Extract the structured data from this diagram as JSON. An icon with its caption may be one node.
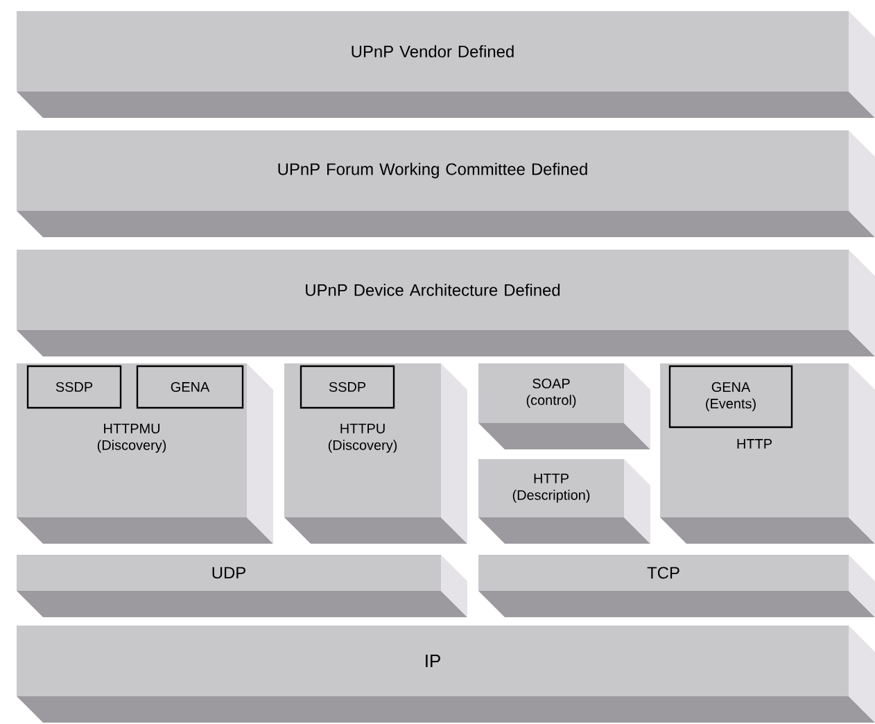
{
  "diagram": {
    "nodes": [
      {
        "text": [
          "UPnP Vendor Defined"
        ]
      },
      {
        "text": [
          "UPnP Forum Working Committee Defined"
        ]
      },
      {
        "text": [
          "UPnP Device Architecture Defined"
        ]
      },
      {
        "text": [
          "HTTPMU (Discovery)"
        ]
      },
      {
        "text": [
          "SSDP"
        ],
        "in": 3
      },
      {
        "text": [
          "GENA"
        ],
        "in": 3
      },
      {
        "text": [
          "HTTPU (Discovery)"
        ]
      },
      {
        "text": [
          "SSDP"
        ],
        "in": 6
      },
      {
        "text": [
          "SOAP (control)"
        ]
      },
      {
        "text": [
          "HTTP (Description)"
        ]
      },
      {
        "text": [
          "HTTP"
        ]
      },
      {
        "text": [
          "GENA (Events)"
        ],
        "in": 10
      },
      {
        "text": [
          "UDP"
        ]
      },
      {
        "text": [
          "TCP"
        ]
      },
      {
        "text": [
          "IP"
        ]
      }
    ]
  }
}
